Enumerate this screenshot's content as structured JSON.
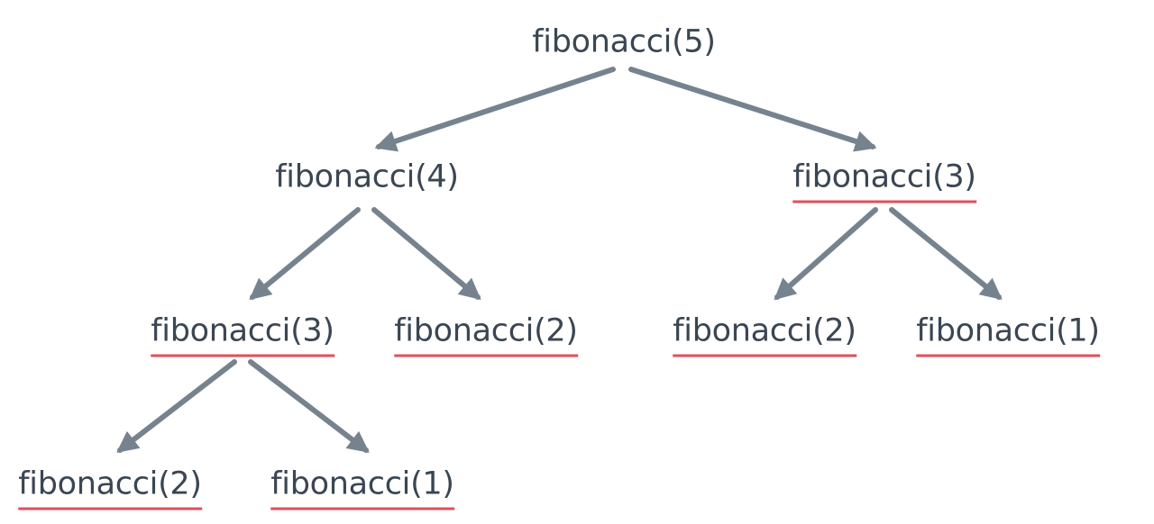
{
  "colors": {
    "edge": "#76838f",
    "text": "#3b4653",
    "repeat_underline": "#e0505a"
  },
  "nodes": [
    {
      "id": "n5",
      "label": "fibonacci(5)",
      "repeated": false,
      "parent": null
    },
    {
      "id": "n4",
      "label": "fibonacci(4)",
      "repeated": false,
      "parent": "n5"
    },
    {
      "id": "n3a",
      "label": "fibonacci(3)",
      "repeated": true,
      "parent": "n5"
    },
    {
      "id": "n3b",
      "label": "fibonacci(3)",
      "repeated": true,
      "parent": "n4"
    },
    {
      "id": "n2a",
      "label": "fibonacci(2)",
      "repeated": true,
      "parent": "n4"
    },
    {
      "id": "n2b",
      "label": "fibonacci(2)",
      "repeated": true,
      "parent": "n3a"
    },
    {
      "id": "n1a",
      "label": "fibonacci(1)",
      "repeated": true,
      "parent": "n3a"
    },
    {
      "id": "n2c",
      "label": "fibonacci(2)",
      "repeated": true,
      "parent": "n3b"
    },
    {
      "id": "n1b",
      "label": "fibonacci(1)",
      "repeated": true,
      "parent": "n3b"
    }
  ]
}
